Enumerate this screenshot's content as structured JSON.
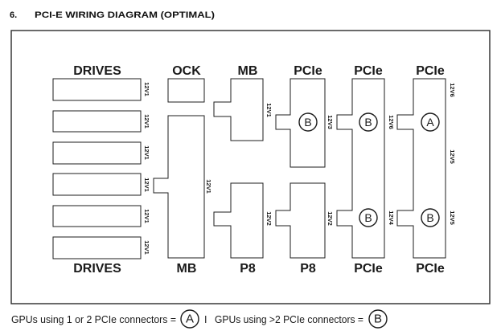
{
  "section": {
    "number": "6.",
    "title": "PCI-E WIRING DIAGRAM (OPTIMAL)"
  },
  "columns": {
    "top": [
      "DRIVES",
      "OCK",
      "MB",
      "PCIe",
      "PCIe",
      "PCIe"
    ],
    "bottom": [
      "DRIVES",
      "MB",
      "P8",
      "P8",
      "PCIe",
      "PCIe"
    ]
  },
  "drives": {
    "rail_labels": [
      "12V1",
      "12V1",
      "12V1",
      "12V1",
      "12V1",
      "12V1"
    ]
  },
  "rails": {
    "mb_main": "12V1",
    "mb_upper": "12V1",
    "p8_left": "12V2",
    "pcie_left_upper": "12V3",
    "p8_right": "12V2",
    "pcie_middle_upper": "12V6",
    "pcie_middle_lower": "12V4",
    "pcie_right_top": "12V6",
    "pcie_right_mid": "12V5",
    "pcie_right_lower": "12V5"
  },
  "gpu_markers": {
    "pcie_left_upper": "B",
    "pcie_middle_upper": "B",
    "pcie_middle_lower": "B",
    "pcie_right_upper": "A",
    "pcie_right_lower": "B"
  },
  "legend": {
    "one_or_two_text": "GPUs using 1 or 2 PCIe connectors =",
    "one_or_two_symbol": "A",
    "separator": "I",
    "more_than_two_text": "GPUs using >2 PCIe connectors =",
    "more_than_two_symbol": "B"
  }
}
